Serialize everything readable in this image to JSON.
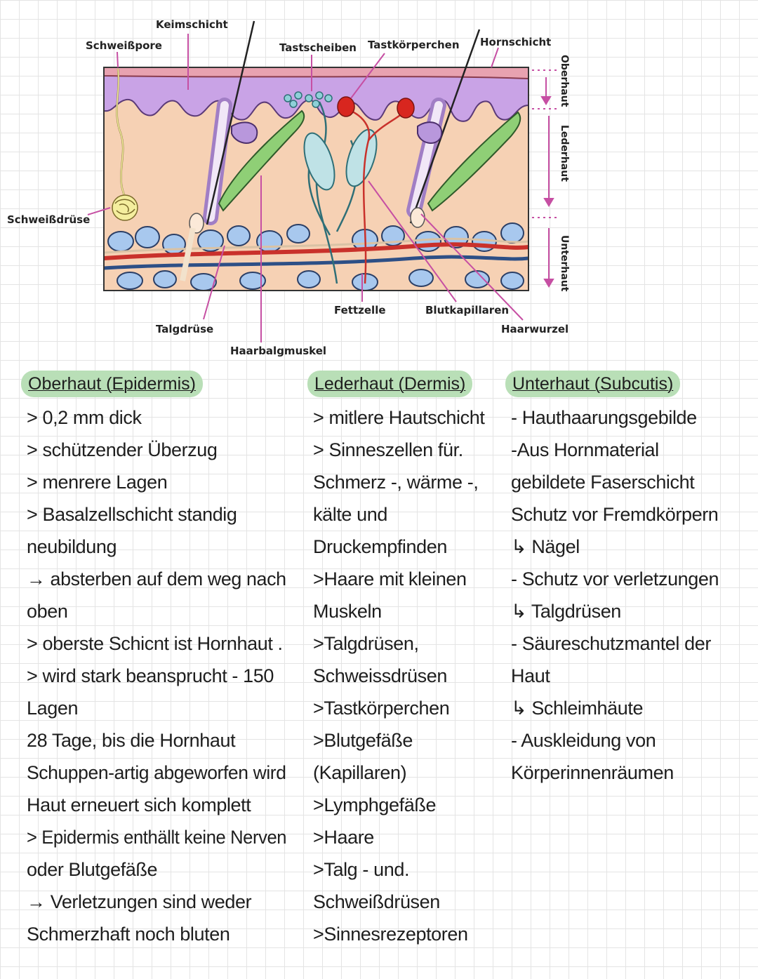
{
  "diagram": {
    "labels": {
      "keimschicht": "Keimschicht",
      "schweisspore": "Schweißpore",
      "tastscheiben": "Tastscheiben",
      "tastkoerperchen": "Tastkörperchen",
      "hornschicht": "Hornschicht",
      "schweissdruese": "Schweißdrüse",
      "talgdruese": "Talgdrüse",
      "haarbalgmuskel": "Haarbalgmuskel",
      "fettzelle": "Fettzelle",
      "blutkapillaren": "Blutkapillaren",
      "haarwurzel": "Haarwurzel",
      "oberhaut": "Oberhaut",
      "lederhaut": "Lederhaut",
      "unterhaut": "Unterhaut"
    },
    "colors": {
      "epidermis": "#c9a3e6",
      "hornlayer": "#e8a2b0",
      "dermis": "#f6d1b4",
      "fat": "#a8c8ee",
      "artery": "#c9312b",
      "vein": "#2d4f86",
      "accent": "#c64fa3",
      "nerve": "#5a9aa0",
      "muscle": "#8fcf76"
    }
  },
  "columns": [
    {
      "heading": "Oberhaut (Epidermis)",
      "lines": [
        "> 0,2 mm dick",
        "> schützender Überzug",
        "> menrere Lagen",
        ">  Basalzellschicht standig",
        "neubildung",
        "→ absterben auf dem weg nach",
        "oben",
        "> oberste Schicnt ist Hornhaut .",
        "> wird stark beansprucht - 150",
        "Lagen",
        "28 Tage, bis die Hornhaut",
        "Schuppen-artig abgeworfen wird",
        "Haut erneuert sich komplett",
        "> Epidermis enthällt keine Nerven",
        "oder Blutgefäße",
        "→ Verletzungen sind weder",
        "Schmerzhaft noch bluten"
      ]
    },
    {
      "heading": "Lederhaut (Dermis)",
      "lines": [
        "> mitlere Hautschicht",
        "> Sinneszellen für.",
        "Schmerz -, wärme -,",
        "kälte und",
        "Druckempfinden",
        ">Haare mit kleinen",
        "Muskeln",
        ">Talgdrüsen,",
        "Schweissdrüsen",
        ">Tastkörperchen",
        ">Blutgefäße",
        "(Kapillaren)",
        ">Lymphgefäße",
        ">Haare",
        ">Talg - und.",
        "Schweißdrüsen",
        ">Sinnesrezeptoren"
      ]
    },
    {
      "heading": "Unterhaut (Subcutis)",
      "lines": [
        "- Hauthaarungsgebilde",
        "-Aus Hornmaterial",
        "gebildete Faserschicht",
        "Schutz vor Fremdkörpern",
        "↳ Nägel",
        "- Schutz vor verletzungen",
        "↳ Talgdrüsen",
        "- Säureschutzmantel der",
        "Haut",
        "↳ Schleimhäute",
        "- Auskleidung von",
        "Körperinnenräumen"
      ]
    }
  ]
}
